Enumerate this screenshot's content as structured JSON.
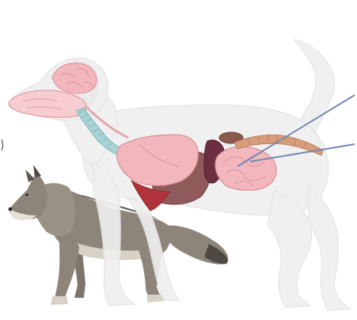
{
  "figure": {
    "subjects": [
      "dog",
      "wolf"
    ],
    "organs": [
      "brain",
      "nasal-cavity",
      "trachea",
      "lungs",
      "heart",
      "liver",
      "stomach",
      "spleen",
      "small-intestine",
      "large-intestine"
    ],
    "pointer_lines": 2,
    "colors": {
      "dog_silhouette": "#efefef",
      "dog_outline": "#e2e2e2",
      "organ_pink": "#f2b7bd",
      "organ_pink_light": "#f7cdd1",
      "organ_outline": "#dc8f98",
      "liver": "#8f5a5a",
      "heart_dark": "#b0323c",
      "stomach": "#6d2e42",
      "spleen": "#8b5a4d",
      "colon": "#d79d7c",
      "trachea": "#a9d4d5",
      "pointer": "#7488b4",
      "wolf_fur": "#8d857a",
      "wolf_dark": "#4f4943",
      "wolf_light": "#d8d2c6"
    }
  }
}
